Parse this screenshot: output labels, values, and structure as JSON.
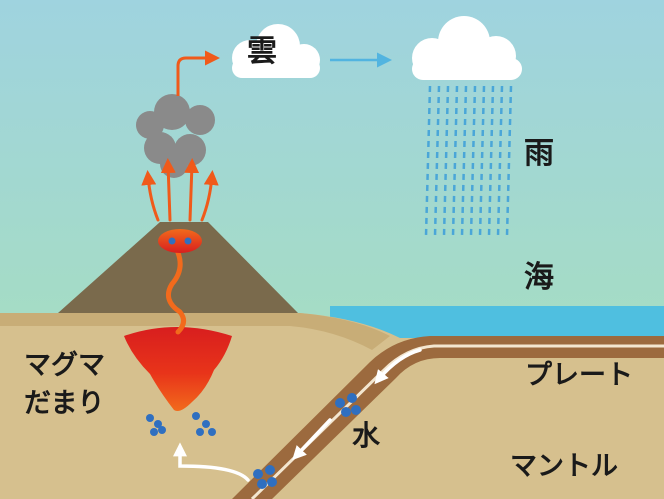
{
  "labels": {
    "cloud": "雲",
    "rain": "雨",
    "sea": "海",
    "plate": "プレート",
    "magma_line1": "マグマ",
    "magma_line2": "だまり",
    "water": "水",
    "mantle": "マントル"
  },
  "colors": {
    "sky_top": "#9fd3df",
    "sky_bottom": "#a5dcc5",
    "sea": "#4fbfe0",
    "ground": "#d6c08e",
    "crust_layer": "#c8ad77",
    "plate_brown": "#9c6a3e",
    "plate_stripe": "#f3e6d0",
    "volcano": "#7a6a4c",
    "magma_dark": "#d81e1e",
    "magma_light": "#f26a1c",
    "eruption_arrow": "#f05a1a",
    "smoke": "#8a8a8a",
    "rain": "#4aa6d8",
    "water_dot": "#2f6fc0",
    "flow_arrow": "#ffffff",
    "cloud_to_rain_arrow": "#52b4e0"
  },
  "icons": [
    "cloud-icon",
    "rain-cloud-icon",
    "arrow-icon"
  ]
}
